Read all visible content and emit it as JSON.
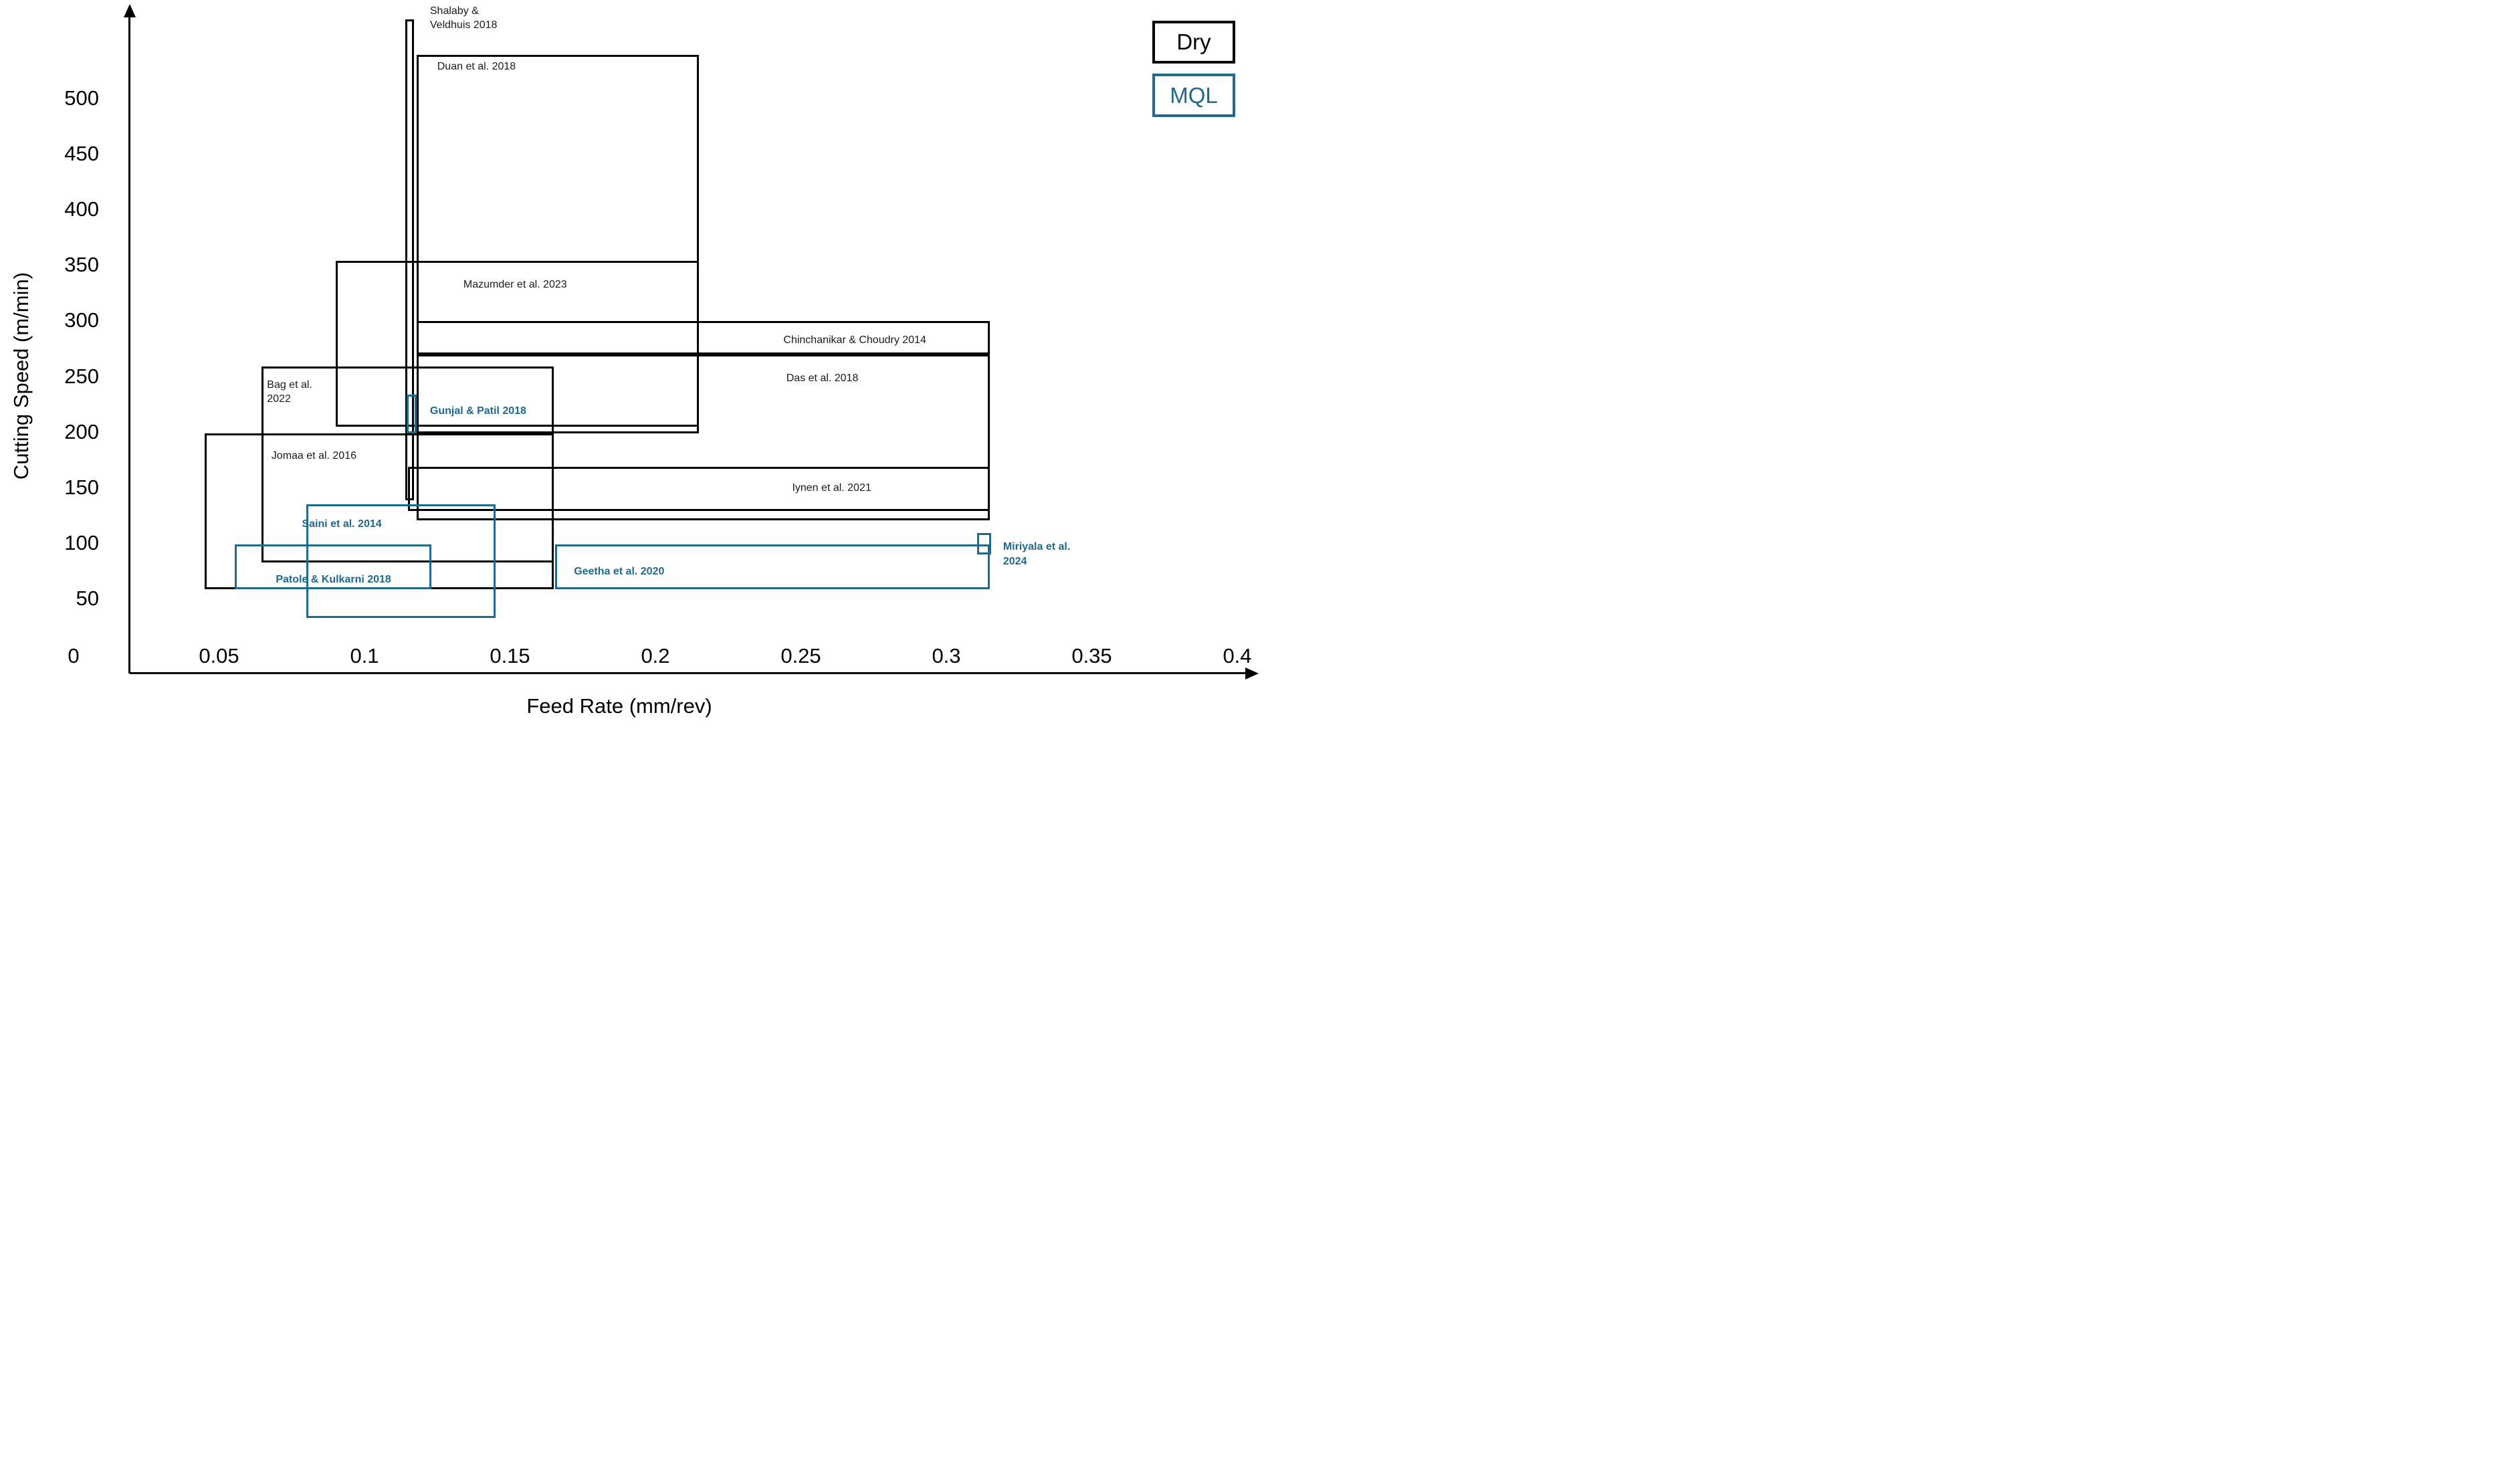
{
  "chart_data": {
    "type": "rect-range",
    "description": "Parameter ranges (feed rate vs cutting speed) covered by machining studies, outlined as rectangles; black = Dry, blue = MQL",
    "xlabel": "Feed Rate (mm/rev)",
    "ylabel": "Cutting Speed (m/min)",
    "xlim": [
      0,
      0.4
    ],
    "ylim": [
      0,
      550
    ],
    "grid": false,
    "x_ticks": [
      {
        "value": 0,
        "label": "0"
      },
      {
        "value": 0.05,
        "label": "0.05"
      },
      {
        "value": 0.1,
        "label": "0.1"
      },
      {
        "value": 0.15,
        "label": "0.15"
      },
      {
        "value": 0.2,
        "label": "0.2"
      },
      {
        "value": 0.25,
        "label": "0.25"
      },
      {
        "value": 0.3,
        "label": "0.3"
      },
      {
        "value": 0.35,
        "label": "0.35"
      },
      {
        "value": 0.4,
        "label": "0.4"
      }
    ],
    "y_ticks": [
      {
        "value": 50,
        "label": "50"
      },
      {
        "value": 100,
        "label": "100"
      },
      {
        "value": 150,
        "label": "150"
      },
      {
        "value": 200,
        "label": "200"
      },
      {
        "value": 250,
        "label": "250"
      },
      {
        "value": 300,
        "label": "300"
      },
      {
        "value": 350,
        "label": "350"
      },
      {
        "value": 400,
        "label": "400"
      },
      {
        "value": 450,
        "label": "450"
      },
      {
        "value": 500,
        "label": "500"
      }
    ],
    "colors": {
      "Dry": "#000000",
      "MQL": "#20698E"
    },
    "legend": [
      {
        "label": "Dry",
        "color": "#000000"
      },
      {
        "label": "MQL",
        "color": "#20698E"
      }
    ],
    "legend_position": "top-right",
    "studies": [
      {
        "name": "Shalaby & Veldhuis 2018",
        "condition": "Dry",
        "feed_min": 0.114,
        "feed_max": 0.117,
        "speed_min": 140,
        "speed_max": 572,
        "label_lines": [
          "Shalaby &",
          "Veldhuis 2018"
        ],
        "label_x": 0.1225,
        "label_y": 586
      },
      {
        "name": "Duan et al. 2018",
        "condition": "Dry",
        "feed_min": 0.118,
        "feed_max": 0.215,
        "speed_min": 200,
        "speed_max": 540,
        "label_lines": [
          "Duan et al. 2018"
        ],
        "label_x": 0.125,
        "label_y": 536
      },
      {
        "name": "Mazumder et al. 2023",
        "condition": "Dry",
        "feed_min": 0.09,
        "feed_max": 0.215,
        "speed_min": 206,
        "speed_max": 355,
        "label_lines": [
          "Mazumder et al. 2023"
        ],
        "label_x": 0.134,
        "label_y": 340
      },
      {
        "name": "Chinchanikar & Choudry 2014",
        "condition": "Dry",
        "feed_min": 0.118,
        "feed_max": 0.315,
        "speed_min": 271,
        "speed_max": 301,
        "label_lines": [
          "Chinchanikar & Choudry 2014"
        ],
        "label_x": 0.244,
        "label_y": 290
      },
      {
        "name": "Das et al. 2018",
        "condition": "Dry",
        "feed_min": 0.118,
        "feed_max": 0.315,
        "speed_min": 122,
        "speed_max": 271,
        "label_lines": [
          "Das et al. 2018"
        ],
        "label_x": 0.245,
        "label_y": 256
      },
      {
        "name": "Iynen et al. 2021",
        "condition": "Dry",
        "feed_min": 0.115,
        "feed_max": 0.315,
        "speed_min": 130,
        "speed_max": 170,
        "label_lines": [
          "Iynen et al. 2021"
        ],
        "label_x": 0.247,
        "label_y": 157
      },
      {
        "name": "Bag et al. 2022",
        "condition": "Dry",
        "feed_min": 0.0645,
        "feed_max": 0.165,
        "speed_min": 84,
        "speed_max": 260,
        "label_lines": [
          "Bag et al.",
          "2022"
        ],
        "label_x": 0.0665,
        "label_y": 250
      },
      {
        "name": "Jomaa et al. 2016",
        "condition": "Dry",
        "feed_min": 0.045,
        "feed_max": 0.165,
        "speed_min": 60,
        "speed_max": 200,
        "label_lines": [
          "Jomaa et al. 2016"
        ],
        "label_x": 0.068,
        "label_y": 186
      },
      {
        "name": "Gunjal & Patil 2018",
        "condition": "MQL",
        "feed_min": 0.1145,
        "feed_max": 0.118,
        "speed_min": 200,
        "speed_max": 235,
        "label_lines": [
          "Gunjal & Patil 2018"
        ],
        "label_x": 0.1225,
        "label_y": 226
      },
      {
        "name": "Saini et al. 2014",
        "condition": "MQL",
        "feed_min": 0.08,
        "feed_max": 0.145,
        "speed_min": 34,
        "speed_max": 136,
        "label_lines": [
          "Saini et al. 2014"
        ],
        "label_x": 0.0785,
        "label_y": 125
      },
      {
        "name": "Patole & Kulkarni 2018",
        "condition": "MQL",
        "feed_min": 0.0555,
        "feed_max": 0.123,
        "speed_min": 60,
        "speed_max": 100,
        "label_lines": [
          "Patole & Kulkarni 2018"
        ],
        "label_x": 0.0695,
        "label_y": 75
      },
      {
        "name": "Geetha et al. 2020",
        "condition": "MQL",
        "feed_min": 0.1655,
        "feed_max": 0.315,
        "speed_min": 60,
        "speed_max": 100,
        "label_lines": [
          "Geetha et al. 2020"
        ],
        "label_x": 0.172,
        "label_y": 82
      },
      {
        "name": "Miriyala et al. 2024",
        "condition": "MQL",
        "feed_min": 0.3105,
        "feed_max": 0.3155,
        "speed_min": 91,
        "speed_max": 110,
        "label_lines": [
          "Miriyala et al.",
          "2024"
        ],
        "label_x": 0.3195,
        "label_y": 104
      }
    ]
  }
}
